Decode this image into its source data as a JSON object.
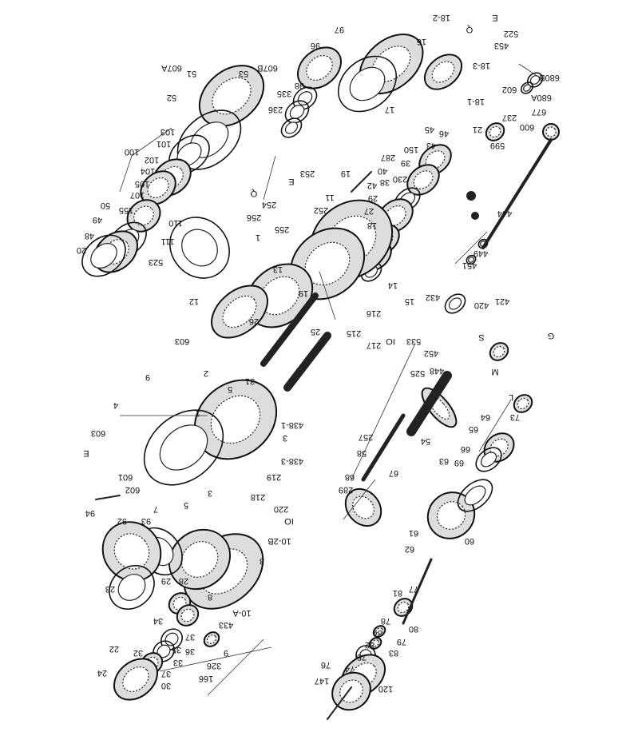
{
  "diagram": {
    "type": "exploded-parts-diagram",
    "labels": [
      "607A",
      "51",
      "53",
      "607B",
      "52",
      "100",
      "103",
      "101",
      "102",
      "104",
      "105",
      "107",
      "110",
      "111",
      "155",
      "50",
      "49",
      "48",
      "20",
      "523",
      "96",
      "98",
      "335",
      "236",
      "Q",
      "253",
      "E",
      "256",
      "254",
      "255",
      "1",
      "13",
      "19",
      "12",
      "26",
      "603",
      "97",
      "18-2",
      "Q",
      "E",
      "16",
      "18-3",
      "522",
      "453",
      "680B",
      "680A",
      "602",
      "237",
      "18-1",
      "17",
      "677",
      "600",
      "21",
      "46",
      "45",
      "599",
      "43",
      "150",
      "39",
      "287",
      "40",
      "230",
      "38",
      "42",
      "29",
      "27",
      "18",
      "11",
      "252",
      "19",
      "444",
      "449",
      "451",
      "14",
      "15",
      "432",
      "216",
      "215",
      "217",
      "IO",
      "420",
      "421",
      "S",
      "9",
      "4",
      "603",
      "E",
      "601",
      "602",
      "7",
      "5",
      "3",
      "94",
      "92",
      "93",
      "438-1",
      "3",
      "438-3",
      "219",
      "218",
      "220",
      "IO",
      "10-2B",
      "3",
      "23",
      "29",
      "28",
      "34",
      "8",
      "433",
      "10-A",
      "37",
      "36",
      "35",
      "33",
      "9",
      "326",
      "166",
      "22",
      "32",
      "37",
      "30",
      "24",
      "5",
      "31",
      "1",
      "2",
      "L",
      "73",
      "64",
      "65",
      "66",
      "69",
      "63",
      "525",
      "54",
      "257",
      "58",
      "67",
      "68",
      "289",
      "60",
      "61",
      "62",
      "77",
      "81",
      "78",
      "80",
      "79",
      "84",
      "82",
      "83",
      "75",
      "74",
      "76",
      "120",
      "147",
      "M",
      "452",
      "533",
      "448",
      "25",
      "G"
    ]
  }
}
